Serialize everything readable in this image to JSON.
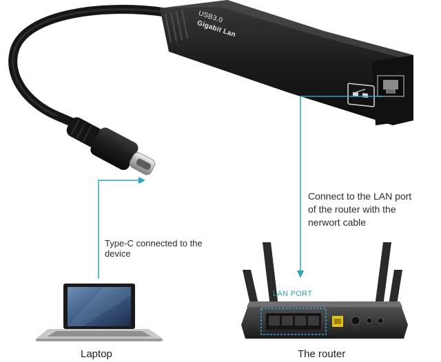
{
  "adapter": {
    "usb_label": "USB3.0",
    "model_label": "Gigabit Lan"
  },
  "annotations": {
    "typec_line1": "Type-C connected to the",
    "typec_line2": "device",
    "lan_line1": "Connect to the LAN port",
    "lan_line2": "of the router with the",
    "lan_line3": "nerwort cable"
  },
  "router": {
    "lan_port_label": "LAN PORT"
  },
  "captions": {
    "laptop": "Laptop",
    "router": "The router"
  },
  "colors": {
    "pointer_line": "#29a3c9",
    "lan_port_text": "#2fa6a0",
    "lan_box": "#3aa5d8"
  }
}
